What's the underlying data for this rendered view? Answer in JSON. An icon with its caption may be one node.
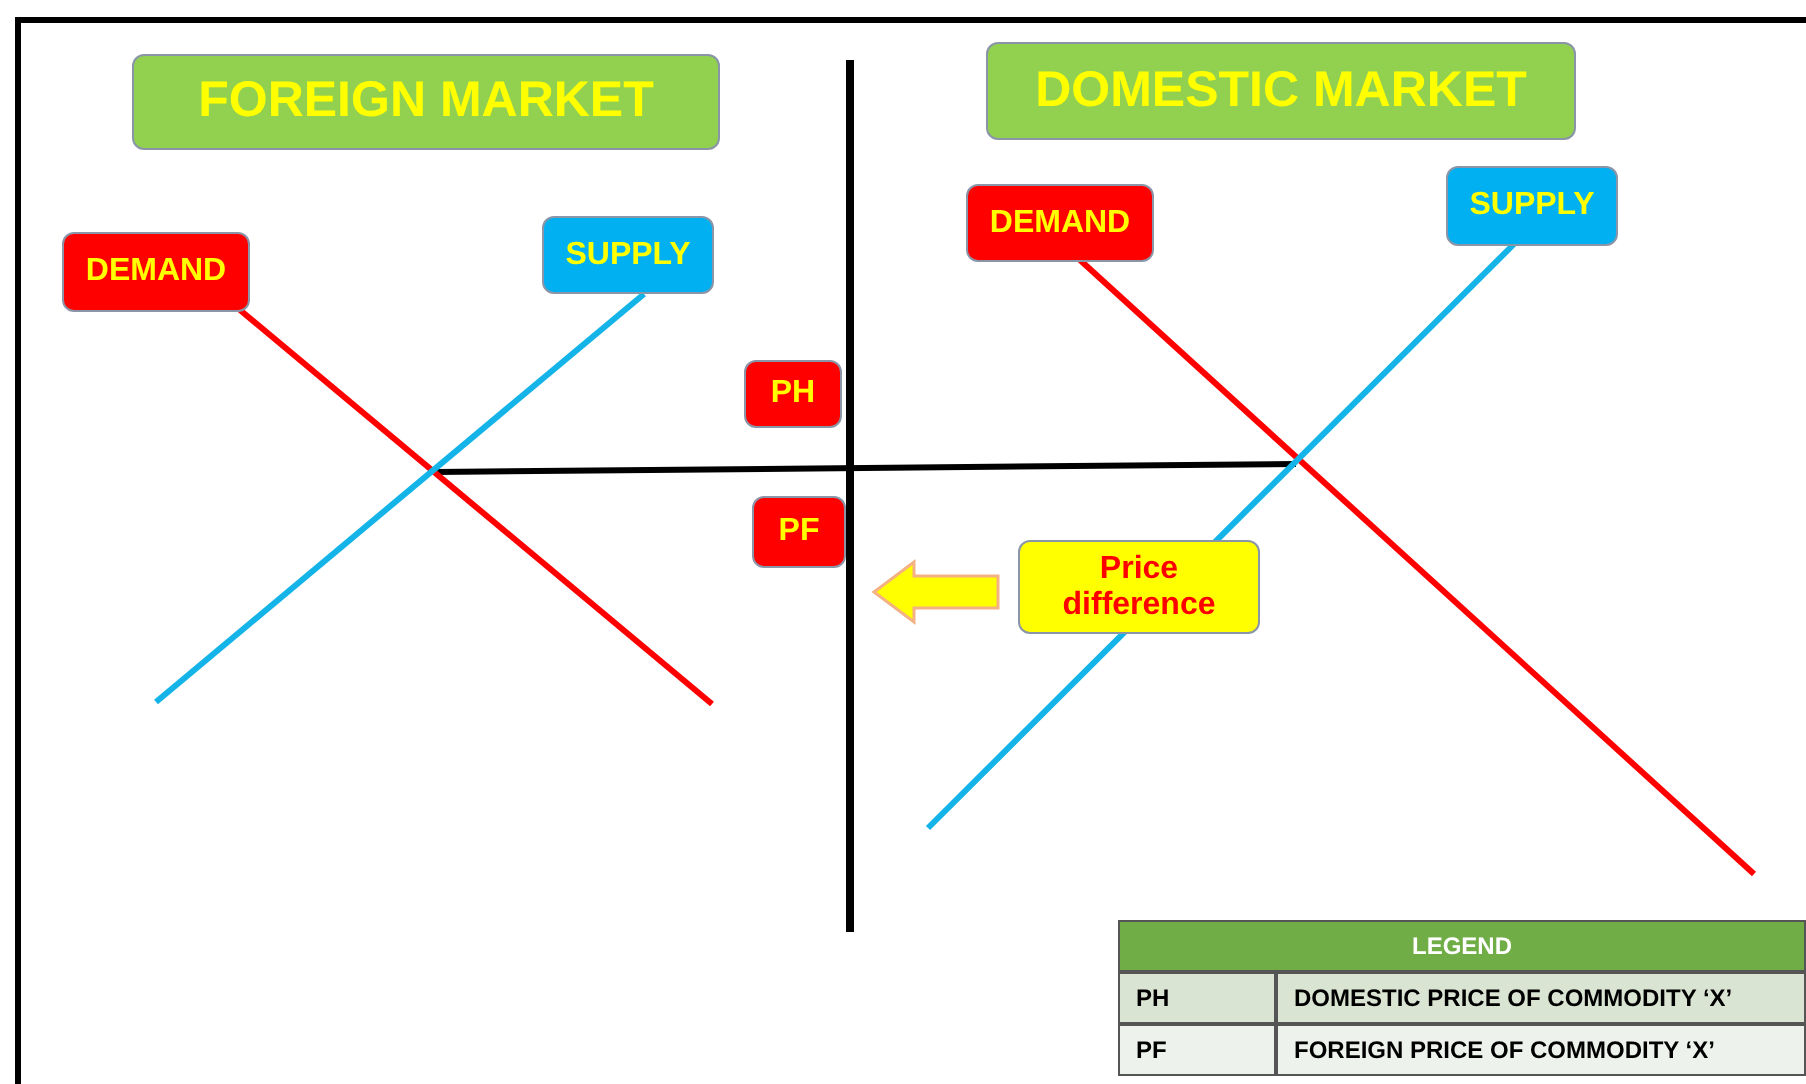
{
  "diagram": {
    "nodes": [
      {
        "text": [
          "FOREIGN MARKET"
        ]
      },
      {
        "text": [
          "DOMESTIC MARKET"
        ]
      },
      {
        "text": [
          "DEMAND"
        ]
      },
      {
        "text": [
          "SUPPLY"
        ]
      },
      {
        "text": [
          "DEMAND"
        ]
      },
      {
        "text": [
          "SUPPLY"
        ]
      },
      {
        "text": [
          "PH"
        ]
      },
      {
        "text": [
          "PF"
        ]
      },
      {
        "text": [
          "Price difference"
        ]
      }
    ],
    "edges": [
      {
        "from": 8,
        "to": 7,
        "arrow": "to"
      }
    ],
    "labels": [
      "LEGEND",
      "PH",
      "DOMESTIC PRICE OF COMMODITY ‘X’",
      "PF",
      "FOREIGN PRICE OF COMMODITY ‘X’"
    ]
  }
}
